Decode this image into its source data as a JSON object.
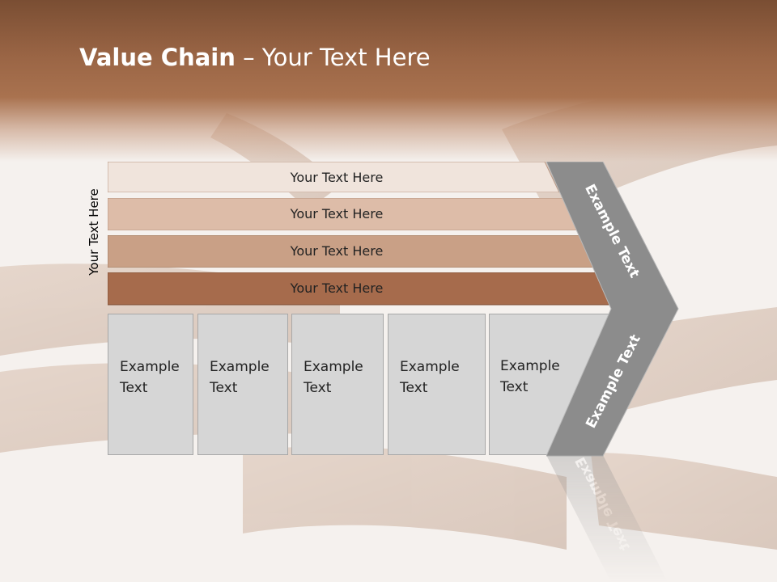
{
  "title": {
    "bold": "Value Chain",
    "rest": " – Your Text Here"
  },
  "side_label": "Your Text Here",
  "bars": [
    {
      "label": "Your Text Here",
      "color": "#f0e4dc"
    },
    {
      "label": "Your Text Here",
      "color": "#ddbca8"
    },
    {
      "label": "Your Text Here",
      "color": "#c9a086"
    },
    {
      "label": "Your Text Here",
      "color": "#a66b4c"
    }
  ],
  "boxes": [
    {
      "line1": "Example",
      "line2": "Text"
    },
    {
      "line1": "Example",
      "line2": "Text"
    },
    {
      "line1": "Example",
      "line2": "Text"
    },
    {
      "line1": "Example",
      "line2": "Text"
    },
    {
      "line1": "Example",
      "line2": "Text"
    }
  ],
  "chevron": {
    "upper_label": "Example Text",
    "lower_label": "Example Text",
    "color": "#8c8c8c"
  },
  "colors": {
    "header": "#9a6545",
    "box_fill": "#d6d6d6"
  }
}
